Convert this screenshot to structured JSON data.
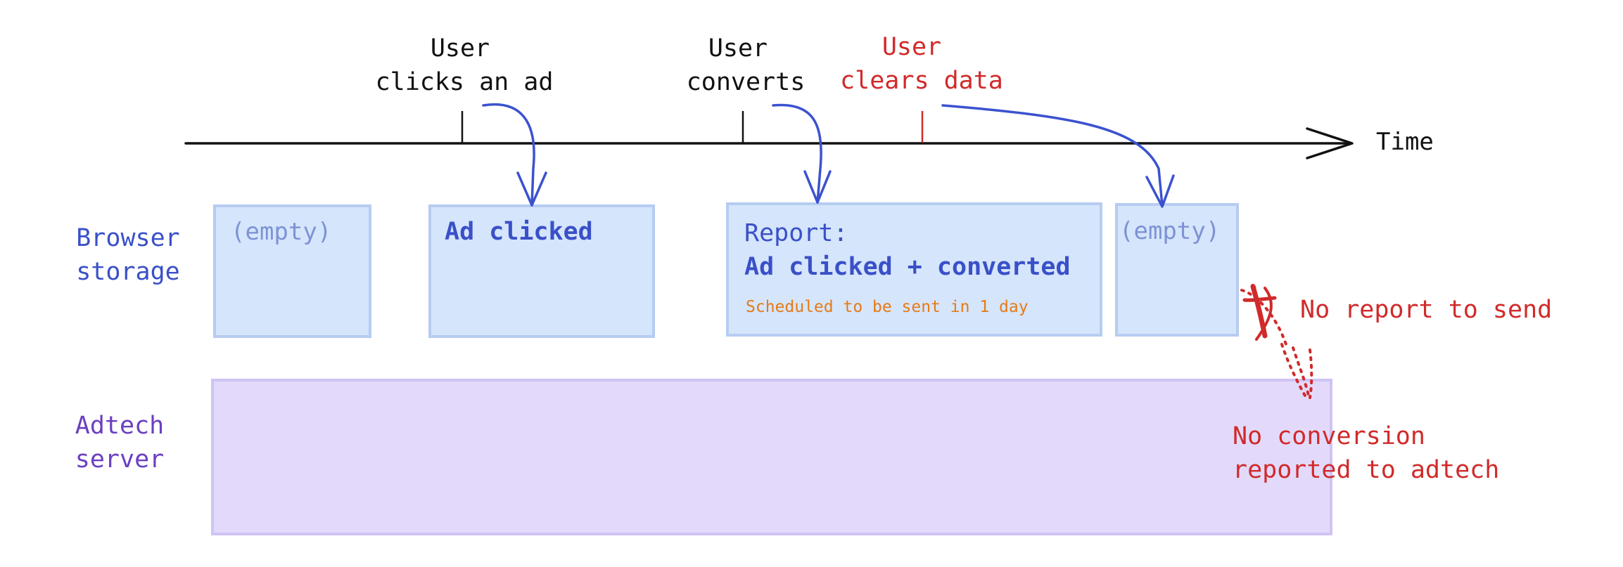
{
  "timeline": {
    "axis_label": "Time",
    "events": [
      {
        "line1": "User",
        "line2": "clicks an ad"
      },
      {
        "line1": "User",
        "line2": "converts"
      },
      {
        "line1": "User",
        "line2": "clears data"
      }
    ]
  },
  "rows": {
    "browser": {
      "line1": "Browser",
      "line2": "storage"
    },
    "adtech": {
      "line1": "Adtech",
      "line2": "server"
    }
  },
  "boxes": {
    "empty_first": "(empty)",
    "ad_clicked": "Ad clicked",
    "report": {
      "line1": "Report:",
      "line2": "Ad clicked + converted",
      "note": "Scheduled to be sent in 1 day"
    },
    "empty_last": "(empty)"
  },
  "annotations": {
    "no_report": "No report to send",
    "no_conversion": {
      "line1": "No conversion",
      "line2": "reported to adtech"
    }
  },
  "colors": {
    "black": "#111111",
    "blue_text": "#3a50c8",
    "arrow_blue": "#3b52cf",
    "box_fill": "#d5e5fb",
    "box_stroke": "#b6ccf2",
    "server_fill": "#e3dafb",
    "server_stroke": "#d0c3f5",
    "server_text": "#6a40c0",
    "red": "#d12a2a",
    "orange": "#e67b16",
    "empty_text": "#7d93d6"
  }
}
